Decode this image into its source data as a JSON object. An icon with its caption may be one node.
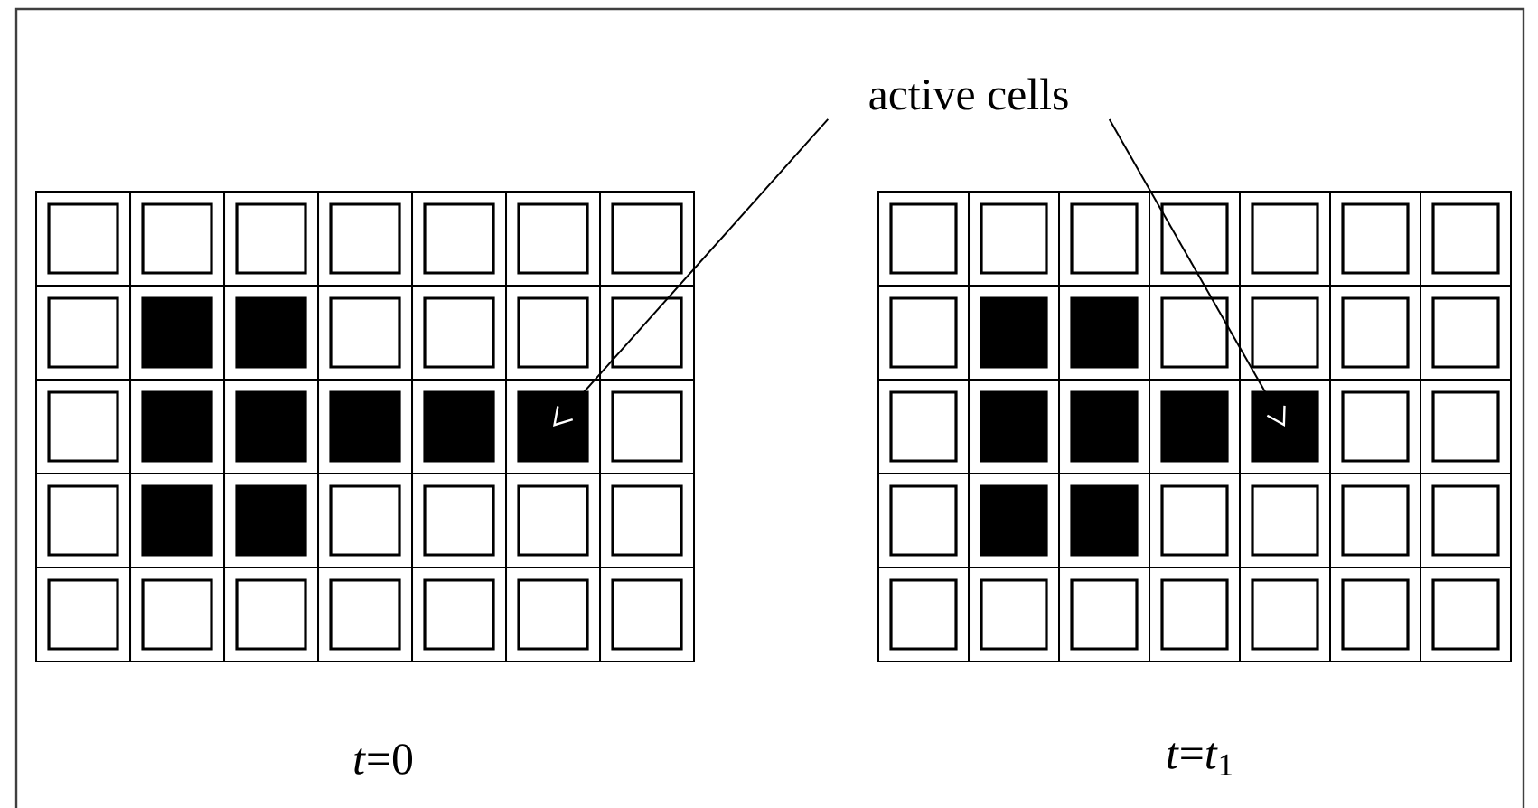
{
  "diagram": {
    "nodes": [
      {
        "text": [
          "active cells"
        ]
      },
      {
        "text": [],
        "shape": "box"
      },
      {
        "text": [],
        "shape": "box"
      }
    ],
    "edges": [
      {
        "from": 0,
        "to": 1,
        "arrow": "to"
      },
      {
        "from": 0,
        "to": 2,
        "arrow": "to"
      }
    ],
    "labels": [
      "*t*=0",
      "*t*=*t*$_{1}$"
    ]
  }
}
